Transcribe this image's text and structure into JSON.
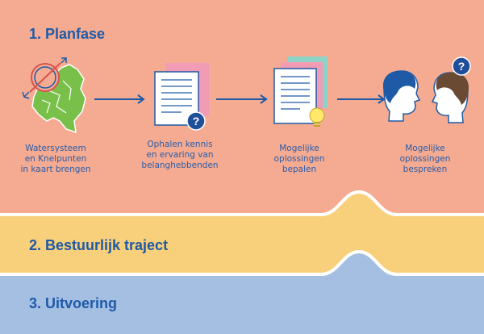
{
  "colors": {
    "planfase_band": "#f4ab92",
    "bestuurlijk_band": "#f8cf7a",
    "uitvoering_band": "#a5bfe3",
    "title_text": "#1f5aa6",
    "arrow": "#1f5aa6",
    "map_green": "#79c04a",
    "question_badge": "#1f4f9a",
    "head_blue": "#1f5aa6",
    "head_brown": "#6b4a34",
    "doc_pink": "#f19bb4",
    "doc_teal": "#8fd3c8",
    "bulb_yellow": "#ffe86a"
  },
  "phases": [
    {
      "title": "1. Planfase"
    },
    {
      "title": "2. Bestuurlijk traject"
    },
    {
      "title": "3. Uitvoering"
    }
  ],
  "steps": [
    {
      "label_lines": [
        "Watersysteem",
        "en Knelpunten",
        "in kaart brengen"
      ],
      "icon": "map-compass-icon"
    },
    {
      "label_lines": [
        "Ophalen kennis",
        "en ervaring van",
        "belanghebbenden"
      ],
      "icon": "documents-question-icon"
    },
    {
      "label_lines": [
        "Mogelijke",
        "oplossingen",
        "bepalen"
      ],
      "icon": "documents-lightbulb-icon"
    },
    {
      "label_lines": [
        "Mogelijke",
        "oplossingen",
        "bespreken"
      ],
      "icon": "two-heads-discussion-icon"
    }
  ],
  "badges": {
    "question_mark": "?"
  }
}
